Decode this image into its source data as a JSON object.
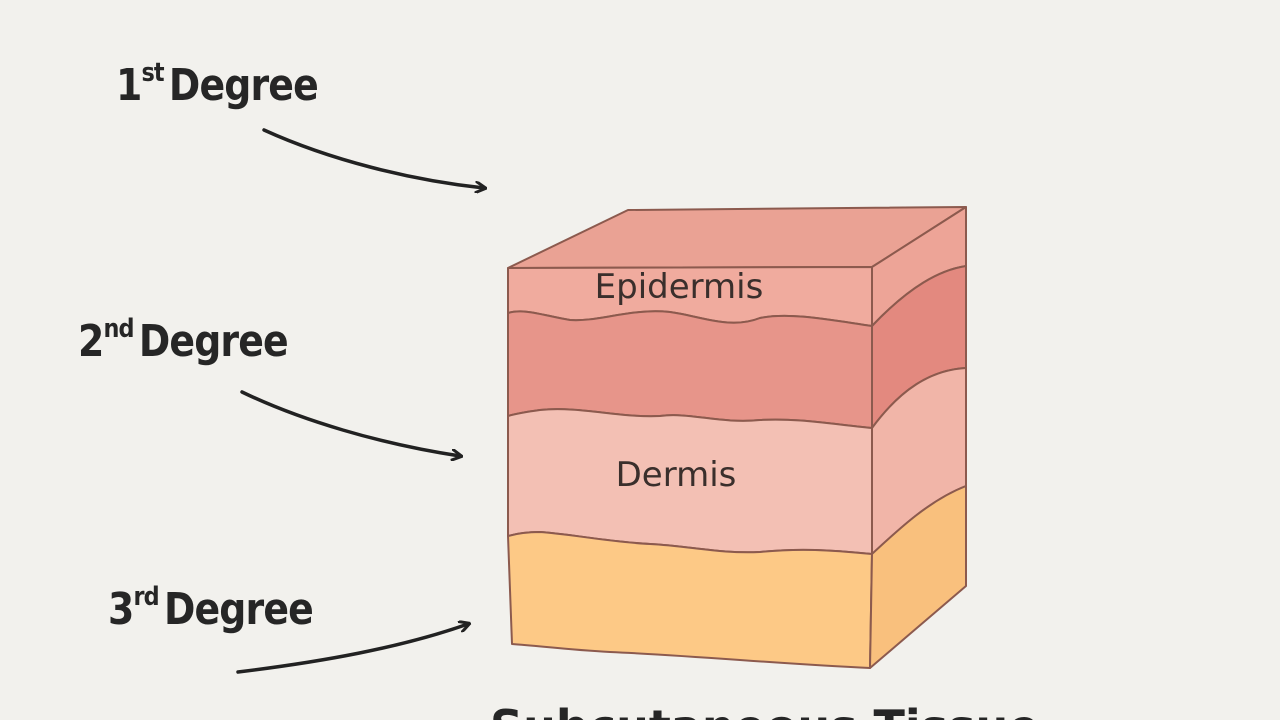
{
  "labels": {
    "first": {
      "number": "1",
      "suffix": "st",
      "word": "Degree"
    },
    "second": {
      "number": "2",
      "suffix": "nd",
      "word": "Degree"
    },
    "third": {
      "number": "3",
      "suffix": "rd",
      "word": "Degree"
    }
  },
  "layers": {
    "epidermis": "Epidermis",
    "dermis": "Dermis",
    "bottom_title": "Subcutaneous Tissue"
  },
  "colors": {
    "background": "#f2f1ed",
    "epidermis": "#eba497",
    "dermis_upper": "#e89589",
    "dermis_lower": "#f2beb2",
    "subcutaneous": "#fcc986",
    "outline": "#8c5a4e",
    "arrow": "#222222"
  }
}
